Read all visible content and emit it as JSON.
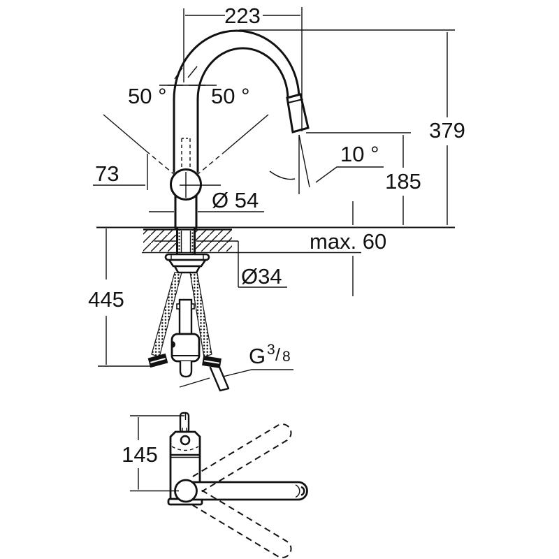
{
  "drawing": {
    "type": "technical-dimension-drawing",
    "views": {
      "side_elevation": "kitchen faucet with pull-out spray, mounted through countertop",
      "plan_view": "faucet body with spout swivel range"
    },
    "dims": {
      "spout_projection": "223",
      "total_height": "379",
      "outlet_height": "185",
      "lever_angle_left": "50 °",
      "lever_angle_right": "50 °",
      "spray_angle": "10 °",
      "lever_reach": "73",
      "body_diameter": "Ø 54",
      "deck_thickness_max": "max. 60",
      "hole_diameter": "Ø34",
      "hose_length": "445",
      "plan_reach": "145",
      "thread_letter": "G",
      "thread_numerator": "3",
      "thread_slash": "/",
      "thread_denominator": "8"
    },
    "colors": {
      "line": "#111111",
      "background": "#ffffff"
    }
  }
}
